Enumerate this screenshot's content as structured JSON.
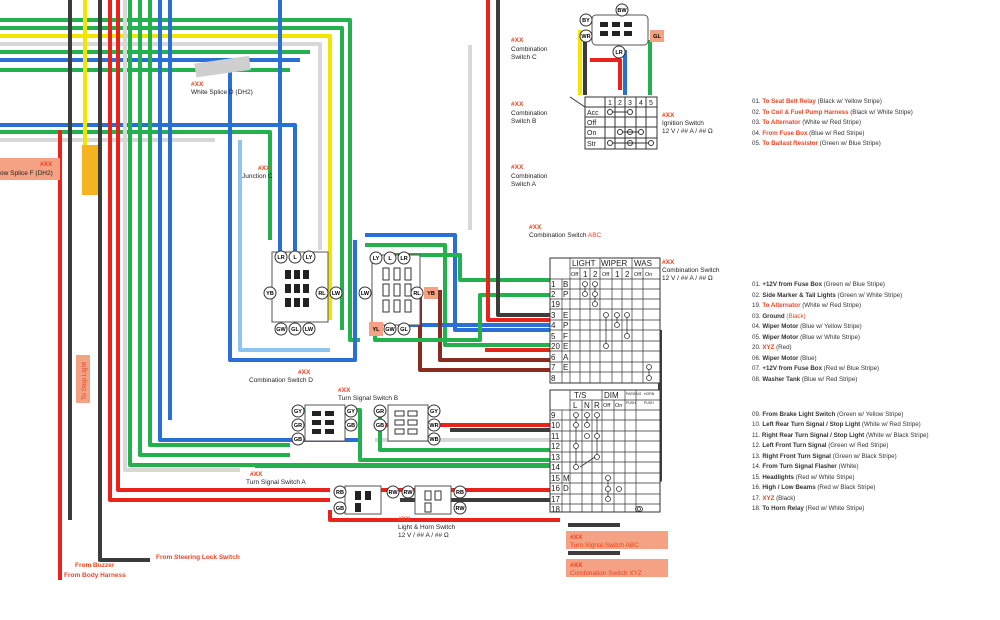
{
  "colors": {
    "red": "#e8231c",
    "green": "#22b14c",
    "yellow": "#f2e600",
    "blue": "#2a6fd6",
    "white": "#d8d8d8",
    "black": "#3c3c3c",
    "brown": "#8a2b1f",
    "lightblue": "#8ec5f0",
    "tag": "#ee4422",
    "box": "#f4a184"
  },
  "tags": {
    "xx": "#XX"
  },
  "labels": {
    "white_splice_d": "White Splice D (DH2)",
    "white_splice_f": "ow Splice F (DH2)",
    "junction_c": "Junction C",
    "combo_c_1": "Combination",
    "combo_c_2": "Switch C",
    "combo_b_1": "Combination",
    "combo_b_2": "Switch B",
    "combo_a_1": "Combination",
    "combo_a_2": "Switch A",
    "combo_abc_1": "Combination Switch ",
    "combo_abc_2": "ABC",
    "combo_d": "Combination Switch D",
    "turn_signal_b": "Turn Signal Switch B",
    "turn_signal_a": "Turn Signal Switch A",
    "light_horn_1": "Light & Horn Switch",
    "light_horn_2": "12 V / ## A / ## Ω",
    "ignition_1": "Ignition Switch",
    "ignition_2": "12 V / ## A / ## Ω",
    "combo_right_1": "Combination Switch",
    "combo_right_2": "12 V / ## A / ## Ω",
    "to_stop_light": "To Stop Light",
    "from_buzzer": "From Buzzer",
    "from_body_harness": "From Body Harness",
    "from_steering_lock": "From Steering Lock Switch",
    "turn_signal_abc": "Turn Signal Switch ABC",
    "combo_xyz": "Combination Switch XYZ"
  },
  "connector_pins": {
    "by": "BY",
    "bw": "BW",
    "wr": "WR",
    "lr": "LR",
    "gl": "GL",
    "l": "L",
    "ly": "LY",
    "yb": "YB",
    "rl": "RL",
    "lw": "LW",
    "gw": "GW",
    "yl": "YL",
    "gy": "GY",
    "gr": "GR",
    "wr2": "WR",
    "gb": "GB",
    "wb": "WB",
    "rb": "RB",
    "rw": "RW"
  },
  "ignition_table": {
    "headers": [
      "1",
      "2",
      "3",
      "4",
      "5"
    ],
    "rows": [
      "Acc",
      "Off",
      "On",
      "Str"
    ]
  },
  "combo_table_top": {
    "groups": [
      "LIGHT",
      "WIPER",
      "WAS"
    ],
    "subheads": [
      "Off",
      "1",
      "2",
      "Off",
      "1",
      "2",
      "Off",
      "On"
    ],
    "rows": [
      {
        "num": "1",
        "code": "B"
      },
      {
        "num": "2",
        "code": "P"
      },
      {
        "num": "19",
        "code": ""
      },
      {
        "num": "3",
        "code": "E"
      },
      {
        "num": "4",
        "code": "P"
      },
      {
        "num": "5",
        "code": "F"
      },
      {
        "num": "20",
        "code": "E"
      },
      {
        "num": "6",
        "code": "A"
      },
      {
        "num": "7",
        "code": "E"
      },
      {
        "num": "8",
        "code": ""
      }
    ]
  },
  "combo_table_bottom": {
    "groups": [
      "T/S",
      "DIM",
      "PASSING",
      "HORN"
    ],
    "subheads": [
      "L",
      "N",
      "R",
      "Off",
      "On",
      "PUSH",
      "PUSH"
    ],
    "rows": [
      {
        "num": "9",
        "code": ""
      },
      {
        "num": "10",
        "code": ""
      },
      {
        "num": "11",
        "code": ""
      },
      {
        "num": "12",
        "code": ""
      },
      {
        "num": "13",
        "code": ""
      },
      {
        "num": "14",
        "code": ""
      },
      {
        "num": "15",
        "code": "M"
      },
      {
        "num": "16",
        "code": "D"
      },
      {
        "num": "17",
        "code": ""
      },
      {
        "num": "18",
        "code": ""
      }
    ]
  },
  "ignition_legend": [
    {
      "n": "01.",
      "t": "To Seat Belt Relay",
      "d": " (Black w/ Yellow Stripe)"
    },
    {
      "n": "02.",
      "t": "To Coil & Fuel Pump Harness",
      "d": " (Black w/ White Stripe)"
    },
    {
      "n": "03.",
      "t": "To Alternator",
      "d": " (White w/ Red Stripe)"
    },
    {
      "n": "04.",
      "t": "From Fuse Box",
      "d": " (Blue w/ Red Stripe)"
    },
    {
      "n": "05.",
      "t": "To Ballast Resistor",
      "d": " (Green w/ Blue Stripe)"
    }
  ],
  "combo_legend_top": [
    {
      "n": "01.",
      "a": "+12V from Fuse Box",
      "b": "",
      "d": " (Green w/ Blue Stripe)"
    },
    {
      "n": "02.",
      "a": "Side Marker & Tail Lights",
      "b": "",
      "d": " (Green w/ White Stripe)"
    },
    {
      "n": "19.",
      "a": "",
      "b": "To Alternator",
      "d": " (White w/ Red Stripe)"
    },
    {
      "n": "03.",
      "a": "Ground ",
      "b": "",
      "d": "(Black)"
    },
    {
      "n": "04.",
      "a": "Wiper Motor",
      "b": "",
      "d": " (Blue w/ Yellow Stripe)"
    },
    {
      "n": "05.",
      "a": "Wiper Motor",
      "b": "",
      "d": " (Blue w/ White Stripe)"
    },
    {
      "n": "20.",
      "a": "",
      "b": "XYZ",
      "d": " (Red)"
    },
    {
      "n": "06.",
      "a": "Wiper Motor",
      "b": "",
      "d": " (Blue)"
    },
    {
      "n": "07.",
      "a": "+12V from Fuse Box",
      "b": "",
      "d": " (Red w/ Blue Stripe)"
    },
    {
      "n": "08.",
      "a": "Washer Tank",
      "b": "",
      "d": " (Blue w/ Red Stripe)"
    }
  ],
  "combo_legend_bottom": [
    {
      "n": "09.",
      "a": "From Brake Light Switch",
      "b": "",
      "d": " (Green w/ Yellow Stripe)"
    },
    {
      "n": "10.",
      "a": "Left Rear Turn Signal / Stop Light",
      "b": "",
      "d": " (White w/ Red Stripe)"
    },
    {
      "n": "11.",
      "a": "Right Rear Turn Signal / Stop Light",
      "b": "",
      "d": " (White w/ Black Stripe)"
    },
    {
      "n": "12.",
      "a": "Left Front Turn Signal",
      "b": "",
      "d": " (Green w/ Red Stripe)"
    },
    {
      "n": "13.",
      "a": "Right Front Turn Signal",
      "b": "",
      "d": " (Green w/ Black Stripe)"
    },
    {
      "n": "14.",
      "a": "From Turn Signal Flasher",
      "b": "",
      "d": " (White)"
    },
    {
      "n": "15.",
      "a": "Headlights",
      "b": "",
      "d": " (Red w/ White Stripe)"
    },
    {
      "n": "16.",
      "a": "High / Low Beams",
      "b": "",
      "d": " (Red w/ Black Stripe)"
    },
    {
      "n": "17.",
      "a": "",
      "b": "XYZ",
      "d": " (Black)"
    },
    {
      "n": "18.",
      "a": "To Horn Relay",
      "b": "",
      "d": " (Red w/ White Stripe)"
    }
  ]
}
